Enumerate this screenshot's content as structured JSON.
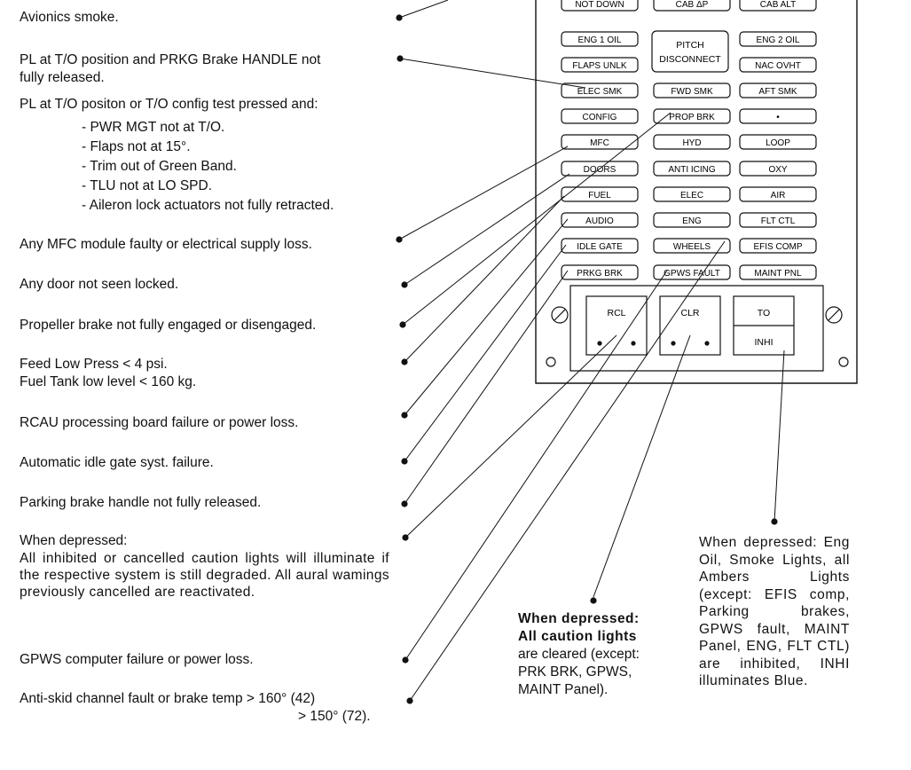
{
  "left_annotations": {
    "avionics": "Avionics smoke.",
    "pl_to_1": "PL at T/O position and PRKG Brake HANDLE not",
    "pl_to_2": "fully released.",
    "config_head": "PL at T/O positon or T/O config test pressed and:",
    "config_items": [
      "- PWR MGT not at T/O.",
      "- Flaps not at 15°.",
      "- Trim out of Green Band.",
      "- TLU not at LO SPD.",
      "- Aileron lock actuators not fully retracted."
    ],
    "mfc": "Any MFC module faulty or electrical supply loss.",
    "doors": "Any door not seen locked.",
    "prop_brk": "Propeller brake not fully engaged or disengaged.",
    "fuel_1": "Feed Low Press < 4 psi.",
    "fuel_2": "Fuel Tank low level < 160 kg.",
    "rcau": "RCAU processing board failure or power loss.",
    "idle_gate": "Automatic idle gate syst. failure.",
    "prkg": "Parking brake handle not fully released.",
    "rcl_head": "When depressed:",
    "rcl_body": "All inhibited or cancelled caution lights will illuminate if the respective system is still degraded. All aural wamings previously cancelled are reactivated.",
    "gpws": "GPWS computer failure or power loss.",
    "wheels_1": "Anti-skid channel fault or brake temp  > 160° (42)",
    "wheels_2": "> 150° (72)."
  },
  "clr_note": {
    "line1": "When depressed:",
    "line2": "All caution lights",
    "line3": "are cleared (except:",
    "line4": "PRK BRK, GPWS,",
    "line5": "MAINT Panel)."
  },
  "to_inhi_note": {
    "text": "When depressed: Eng Oil, Smoke Lights, all Ambers Lights (except: EFIS comp, Parking brakes, GPWS fault, MAINT Panel, ENG, FLT CTL) are inhibited, INHI illuminates Blue."
  },
  "panel": {
    "rows": [
      [
        "NOT DOWN",
        "CAB ΔP",
        "CAB ALT"
      ],
      [
        "ENG 1 OIL",
        "",
        "ENG 2 OIL"
      ],
      [
        "FLAPS UNLK",
        "",
        "NAC OVHT"
      ],
      [
        "ELEC SMK",
        "FWD SMK",
        "AFT SMK"
      ],
      [
        "CONFIG",
        "PROP BRK",
        "•"
      ],
      [
        "MFC",
        "HYD",
        "LOOP"
      ],
      [
        "DOORS",
        "ANTI ICING",
        "OXY"
      ],
      [
        "FUEL",
        "ELEC",
        "AIR"
      ],
      [
        "AUDIO",
        "ENG",
        "FLT CTL"
      ],
      [
        "IDLE GATE",
        "WHEELS",
        "EFIS COMP"
      ],
      [
        "PRKG BRK",
        "GPWS FAULT",
        "MAINT PNL"
      ]
    ],
    "pitch_line1": "PITCH",
    "pitch_line2": "DISCONNECT",
    "rcl": "RCL",
    "clr": "CLR",
    "to": "TO",
    "inhi": "INHI"
  }
}
